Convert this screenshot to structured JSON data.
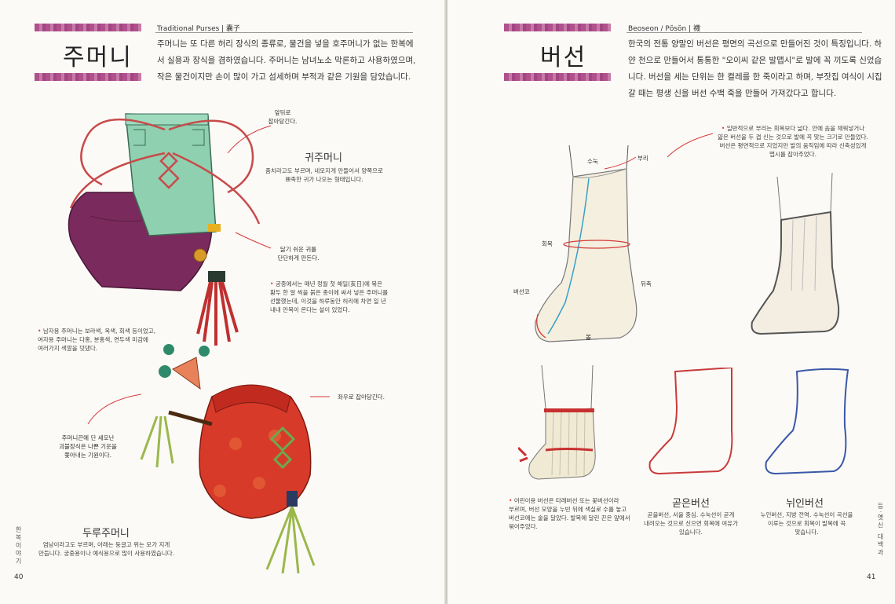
{
  "left": {
    "subtitle": "Traditional Purses | 囊子",
    "title": "주머니",
    "intro_lines": [
      "주머니는 또 다른 허리 장식의 종류로, 물건을 넣을 호주머니가 없는 한복에",
      "서 실용과 장식을 겸하였습니다. 주머니는 남녀노소 막론하고 사용하였으며,",
      "작은 물건이지만 손이 많이 가고 섬세하며 부적과 같은 기원을 담았습니다."
    ],
    "labels": {
      "tie": [
        "앞뒤로",
        "잡아당긴다."
      ],
      "corner": [
        "닳기 쉬운 귀를",
        "단단하게 만든다."
      ],
      "pull": "좌우로 잡아당긴다.",
      "charm": [
        "주머니끈에 단 세모난",
        "괴불장식은 나쁜 기운을",
        "쫓아내는 기원이다."
      ]
    },
    "gwijumeoni": {
      "title": "귀주머니",
      "text": [
        "줌치라고도 부르며, 네모지게 만들어서 양쪽으로",
        "뾰족한 귀가 나오는 형태입니다."
      ]
    },
    "court_note": [
      "궁중에서는 매년 정월 첫 해일(亥日)에 볶은",
      "황두 한 알 씩을 붉은 종이에 싸서 넣은 주머니를",
      "선물했는데, 이것을 하루동안 허리에 차면 일 년",
      "내내 만복이 온다는 설이 있었다."
    ],
    "color_note": [
      "남자용 주머니는 보라색, 옥색, 회색 등이었고,",
      "여자용 주머니는 다홍, 분홍색, 연두색 미감에",
      "여러가지 색깔을 덧댔다."
    ],
    "durujumeoni": {
      "title": "두루주머니",
      "text": [
        "염낭이라고도 부르며, 아래는 둥글고 위는 모가 지게",
        "만듭니다. 궁중용이나 예식용으로 많이 사용하였습니다."
      ]
    },
    "side_text": "한복이야기",
    "folio": "40"
  },
  "right": {
    "subtitle": "Beoseon / Pŏsŏn | 襪",
    "title": "버선",
    "intro_lines": [
      "한국의 전통 양말인 버선은 평면의 곡선으로 만들어진 것이 특징입니다. 하",
      "얀 천으로 만들어서 통통한 \"오이씨 같은 발맵시\"로 발에 꼭 끼도록 신었습",
      "니다. 버선을 세는 단위는 한 켤레를 한 죽이라고 하며, 부잣집 여식이 시집",
      "갈 때는 평생 신을 버선 수백 죽을 만들어 가져갔다고 합니다."
    ],
    "labels": {
      "sunok": "수눅",
      "buri": "부리",
      "hoemok": "회목",
      "beoseonko": "버선코",
      "dwichuk": "뒤축",
      "bol": "볼"
    },
    "top_note": [
      "일반적으로 부리는 회목보다 넓다. 안에 솜을 채워넣거나",
      "얇은 버선을 두 겹 신는 것으로 발에 꼭 맞는 크기로 만들었다.",
      "버선은 평면적으로 지었지만 발의 움직임에 따라 신축성있게",
      "맵시를 잡아주었다."
    ],
    "child_note": [
      "어린이용 버선은 타래버선 또는 꽃버선이라",
      "부르며, 버선 모양을 누빈 뒤에 색실로 수를 놓고",
      "버선코에는 술을 달았다. 발목에 달린 끈은 앞에서",
      "묶어주었다."
    ],
    "goteun": {
      "title": "곧은버선",
      "text": [
        "곧을버선, 서울 중심. 수눅선이 곧게",
        "내려오는 것으로 신으면 회목에 여유가",
        "있습니다."
      ]
    },
    "nwiin": {
      "title": "뉘인버선",
      "text": [
        "누인버선, 지방 전역. 수눅선이 곡선을",
        "이루는 것으로 회목이 발목에 꼭",
        "맞습니다."
      ]
    },
    "side_text": "등·옛신 대백과",
    "folio": "41"
  },
  "colors": {
    "band": "#b0508c",
    "accent_red": "#d43a3a",
    "outline_red": "#c83a3a",
    "outline_blue": "#3a58a8"
  }
}
